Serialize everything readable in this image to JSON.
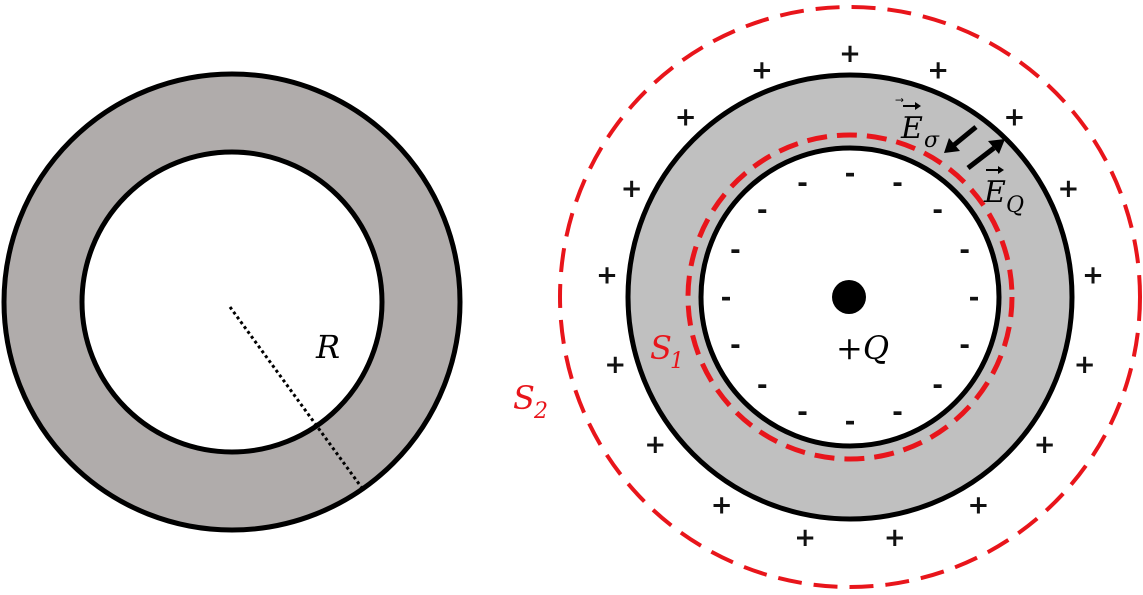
{
  "colors": {
    "shell_fill": "#b0acab",
    "shell_fill_right": "#c0c0c0",
    "outline": "#000000",
    "gaussian_surface": "#e8151b"
  },
  "left_figure": {
    "radius_label": "R"
  },
  "right_figure": {
    "charge_label": "+Q",
    "inner_surface_charge_sign": "-",
    "outer_surface_charge_sign": "+",
    "inner_charge_count": 16,
    "outer_charge_count": 17,
    "field_sigma": {
      "symbol": "E",
      "subscript": "σ"
    },
    "field_q": {
      "symbol": "E",
      "subscript": "Q"
    },
    "surface_1": {
      "symbol": "S",
      "subscript": "1"
    },
    "surface_2": {
      "symbol": "S",
      "subscript": "2"
    }
  }
}
